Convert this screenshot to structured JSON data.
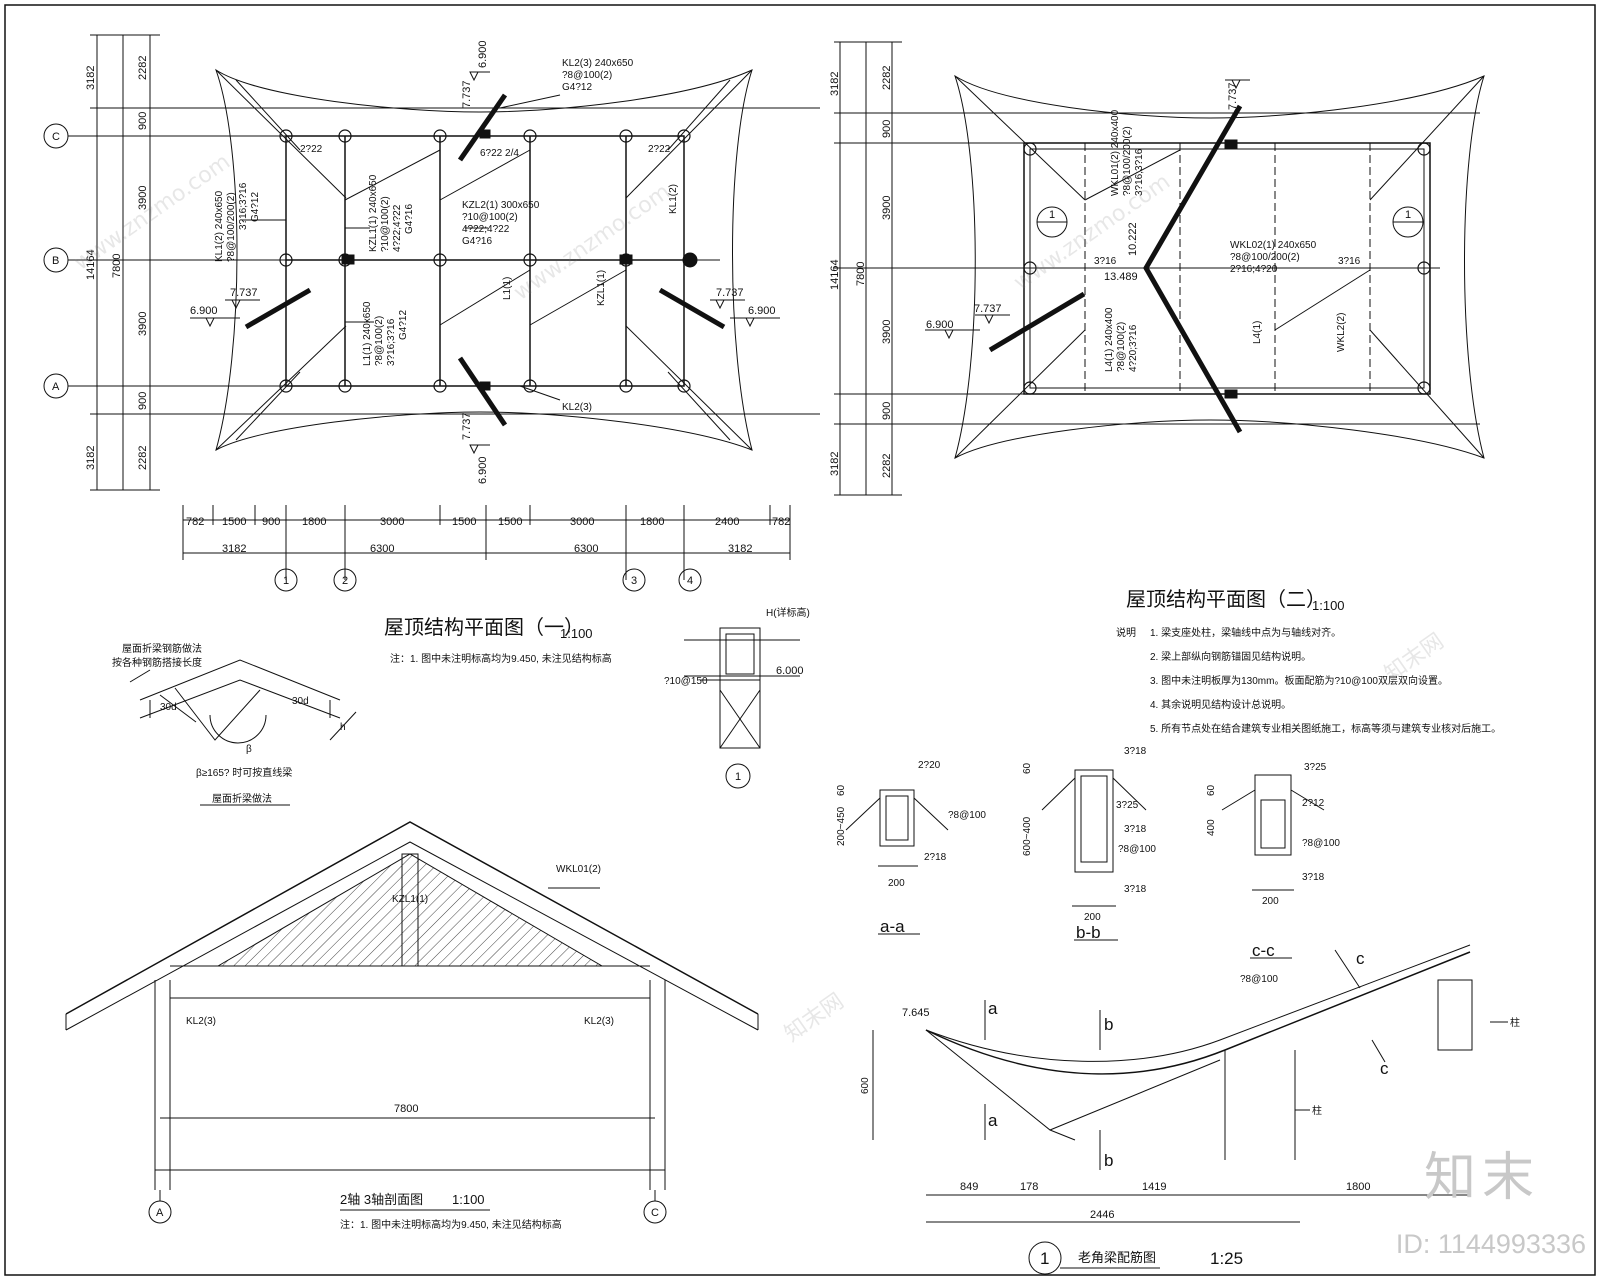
{
  "plan1": {
    "title": "屋顶结构平面图（一）",
    "scale": "1:100",
    "note": "注：1. 图中未注明标高均为9.450, 未注见结构标高",
    "dims_bottom_row1": [
      "782",
      "1500",
      "900",
      "1800",
      "3000",
      "1500",
      "1500",
      "3000",
      "1800",
      "2400",
      "782"
    ],
    "dims_bottom_row2": [
      "3182",
      "6300",
      "6300",
      "3182"
    ],
    "dims_left_outer": [
      "3182",
      "14164",
      "3182"
    ],
    "dims_left_mid": [
      "7800"
    ],
    "dims_left_inner": [
      "2282",
      "900",
      "3900",
      "3900",
      "900",
      "2282"
    ],
    "axis_rows": [
      "C",
      "B",
      "A"
    ],
    "axis_cols": [
      "1",
      "2",
      "3",
      "4"
    ],
    "elevations": [
      "6.900",
      "7.737",
      "7.737",
      "6.900",
      "7.737",
      "6.900",
      "7.737",
      "6.900"
    ],
    "beam_labels": {
      "kl2_top": [
        "KL2(3) 240x650",
        "?8@100(2)",
        "G4?12"
      ],
      "kl1_left": [
        "KL1(2) 240x650",
        "?8@100/200(2)",
        "3?16;3?16",
        "G4?12"
      ],
      "kzl1": [
        "KZL1(1) 240x650",
        "?10@100(2)",
        "4?22;4?22",
        "G4?16"
      ],
      "kzl2": [
        "KZL2(1) 300x650",
        "?10@100(2)",
        "4?22;4?22",
        "G4?16"
      ],
      "l1": [
        "L1(1) 240x650",
        "?8@100(2)",
        "3?16;3?16",
        "G4?12"
      ],
      "misc": [
        "2?22",
        "6?22 2/4",
        "2?22",
        "KL1(2)",
        "L1(1)",
        "KZL1(1)",
        "KL2(3)"
      ]
    }
  },
  "plan2": {
    "title": "屋顶结构平面图（二）",
    "scale": "1:100",
    "notes_label": "说明",
    "notes": [
      "1. 梁支座处柱，梁轴线中点为与轴线对齐。",
      "2. 梁上部纵向钢筋锚固见结构说明。",
      "3. 图中未注明板厚为130mm。板面配筋为?10@100双层双向设置。",
      "4. 其余说明见结构设计总说明。",
      "5. 所有节点处在结合建筑专业相关图纸施工，标高等须与建筑专业核对后施工。"
    ],
    "dims_left_outer": [
      "3182",
      "14164",
      "3182"
    ],
    "dims_left_mid": [
      "7800"
    ],
    "dims_left_inner": [
      "2282",
      "900",
      "3900",
      "3900",
      "900",
      "2282"
    ],
    "elevations": [
      "7.737",
      "10.222",
      "13.489",
      "7.737",
      "6.900"
    ],
    "beam_labels": {
      "wkl01": [
        "WKL01(2) 240x400",
        "?8@100/200(2)",
        "3?16;3?16"
      ],
      "wkl02": [
        "WKL02(1) 240x650",
        "?8@100/200(2)",
        "2?16;4?20"
      ],
      "l4": [
        "L4(1) 240x400",
        "?8@100(2)",
        "4?20;3?16"
      ],
      "misc": [
        "3?16",
        "3?16",
        "L4(1)",
        "WKL2(2)",
        "1",
        "1"
      ]
    }
  },
  "section": {
    "title": "2轴 3轴剖面图",
    "scale": "1:100",
    "note": "注：1. 图中未注明标高均为9.450, 未注见结构标高",
    "labels": [
      "WKL01(2)",
      "KZL1(1)",
      "KL2(3)",
      "KL2(3)"
    ],
    "dim": "7800",
    "axes": [
      "A",
      "C"
    ]
  },
  "corner_detail": {
    "label_top": [
      "屋面折梁钢筋做法",
      "按各种钢筋搭接长度"
    ],
    "angle_label": "β≥165? 时可按直线梁",
    "caption": "屋面折梁做法",
    "dims": [
      "30d",
      "30d",
      "h",
      "β"
    ]
  },
  "col_detail": {
    "labels": [
      "H(详标高)",
      "6.000",
      "?10@150"
    ],
    "mark": "1"
  },
  "beam_sections": [
    {
      "name": "a-a",
      "top": "2?20",
      "stirrup": "?8@100",
      "bottom": "2?18",
      "height": "200~450",
      "top_dim": "60",
      "width": "200"
    },
    {
      "name": "b-b",
      "top": "3?18",
      "side": "3?25",
      "mid": "3?18",
      "stirrup": "?8@100",
      "bottom": "3?18",
      "height": "600~400",
      "top_dim": "60",
      "width": "200"
    },
    {
      "name": "c-c",
      "top": "3?25",
      "side": "2?12",
      "stirrup": "?8@100",
      "bottom": "3?18",
      "height": "400",
      "top_dim": "60",
      "width": "200"
    }
  ],
  "corner_beam": {
    "title": "老角梁配筋图",
    "scale": "1:25",
    "mark": "1",
    "elevation": "7.645",
    "stirrup": "?8@100",
    "height": "600",
    "dims": [
      "849",
      "178",
      "1419",
      "1800"
    ],
    "total": "2446",
    "cuts": [
      "a",
      "a",
      "b",
      "b",
      "c",
      "c"
    ],
    "side_labels": [
      "柱",
      "柱"
    ]
  },
  "watermark": {
    "logo": "知末",
    "id": "ID: 1144993336",
    "site": "www.znzmo.com",
    "brand": "知末网"
  }
}
